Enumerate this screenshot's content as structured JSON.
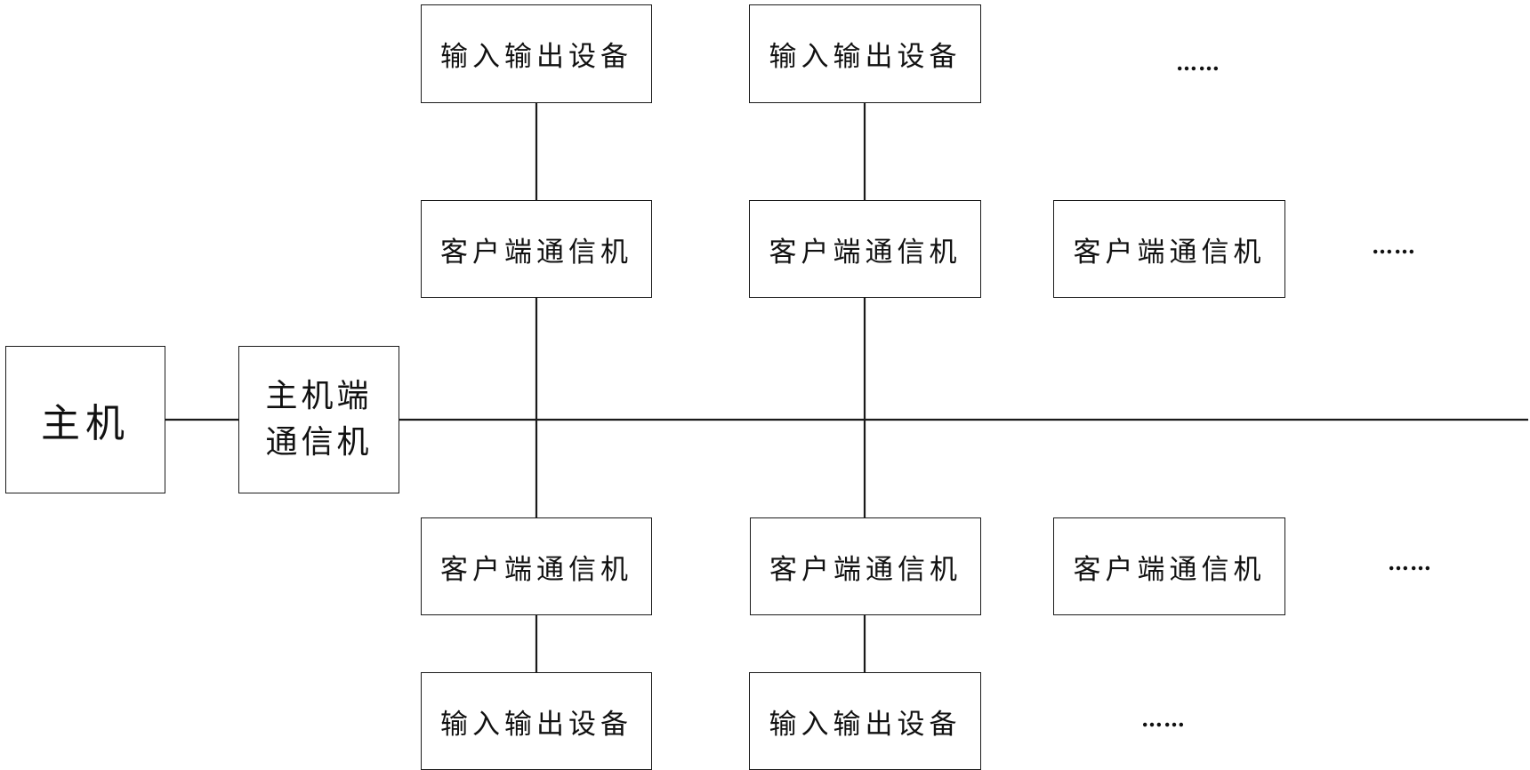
{
  "diagram": {
    "host": "主机",
    "host_comm_line1": "主机端",
    "host_comm_line2": "通信机",
    "client_comm": "客户端通信机",
    "io_device": "输入输出设备",
    "ellipsis": "……"
  },
  "colors": {
    "stroke": "#1a1a1a",
    "background": "#ffffff",
    "text": "#111111"
  }
}
